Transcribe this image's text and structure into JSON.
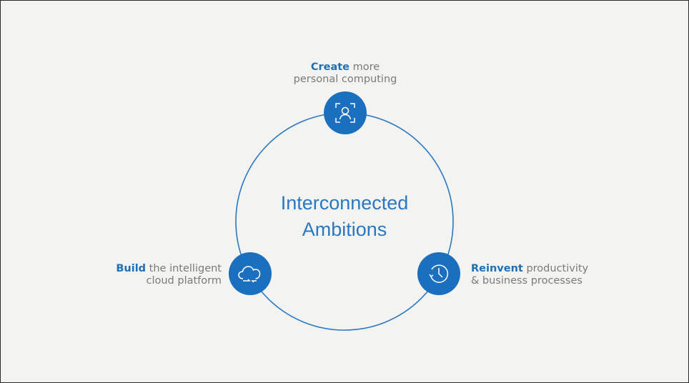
{
  "title": {
    "line1": "Interconnected",
    "line2": "Ambitions"
  },
  "nodes": {
    "top": {
      "bold": "Create",
      "rest": " more",
      "line2": "personal computing",
      "icon": "person-focus-icon"
    },
    "left": {
      "bold": "Build",
      "rest": " the intelligent",
      "line2": "cloud platform",
      "icon": "cloud-sync-icon"
    },
    "right": {
      "bold": "Reinvent",
      "rest": " productivity",
      "line2": "& business processes",
      "icon": "clock-history-icon"
    }
  },
  "colors": {
    "accent": "#1b6fbf",
    "background": "#f3f4f1",
    "text": "#7a7a7a"
  }
}
